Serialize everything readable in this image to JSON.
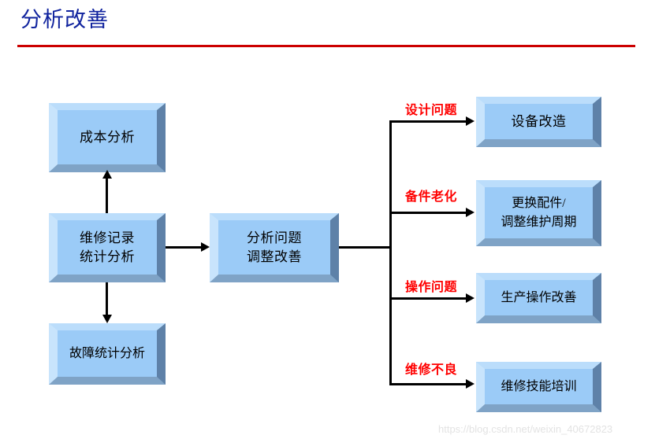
{
  "slide": {
    "title": "分析改善",
    "title_color": "#10239E",
    "rule_color": "#CC0000",
    "background": "#ffffff"
  },
  "boxes": {
    "cost_analysis": {
      "label": "成本分析"
    },
    "repair_records": {
      "label": "维修记录\n统计分析"
    },
    "fault_statistics": {
      "label": "故障统计分析"
    },
    "analyze_improve": {
      "label": "分析问题\n调整改善"
    },
    "equipment_retrofit": {
      "label": "设备改造"
    },
    "replace_parts": {
      "label": "更换配件/\n调整维护周期"
    },
    "production_improve": {
      "label": "生产操作改善"
    },
    "skills_training": {
      "label": "维修技能培训"
    }
  },
  "branch_labels": {
    "design_issue": "设计问题",
    "parts_aging": "备件老化",
    "operation_issue": "操作问题",
    "poor_maintenance": "维修不良"
  },
  "style": {
    "box_fill": "#9BCBF7",
    "box_bevel_light": "#C8E4FC",
    "box_bevel_dark": "#5E81A8",
    "branch_label_color": "#FF0000",
    "connector_color": "#000000"
  },
  "watermark": {
    "text": "https://blog.csdn.net/weixin_40672823"
  }
}
